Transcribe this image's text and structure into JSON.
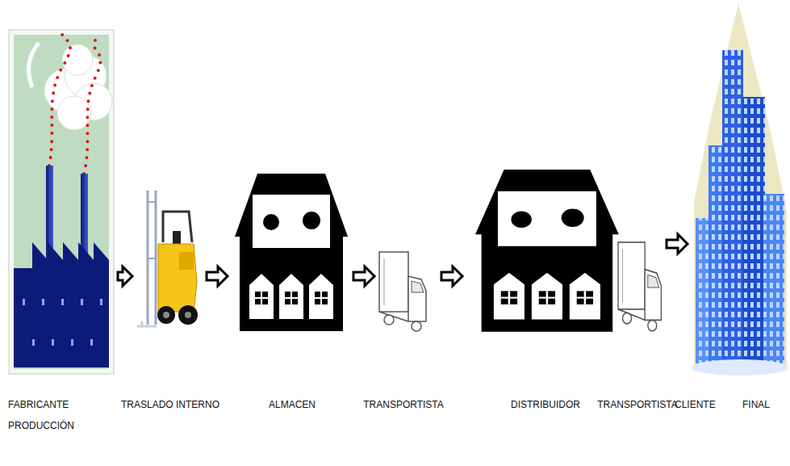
{
  "diagram": {
    "nodes": [
      {
        "text": [
          "FABRICANTE PRODUCCIÓN"
        ]
      },
      {
        "text": [
          "TRASLADO INTERNO"
        ]
      },
      {
        "text": [
          "ALMACEN"
        ]
      },
      {
        "text": [
          "TRANSPORTISTA"
        ]
      },
      {
        "text": [
          "DISTRIBUIDOR"
        ]
      },
      {
        "text": [
          "TRANSPORTISTA"
        ]
      },
      {
        "text": [
          "CLIENTE FINAL"
        ]
      }
    ],
    "edges": [
      {
        "from": 0,
        "to": 1,
        "arrow": "to"
      },
      {
        "from": 1,
        "to": 2,
        "arrow": "to"
      },
      {
        "from": 2,
        "to": 3,
        "arrow": "to"
      },
      {
        "from": 3,
        "to": 4,
        "arrow": "to"
      },
      {
        "from": 5,
        "to": 6,
        "arrow": "to"
      }
    ]
  }
}
